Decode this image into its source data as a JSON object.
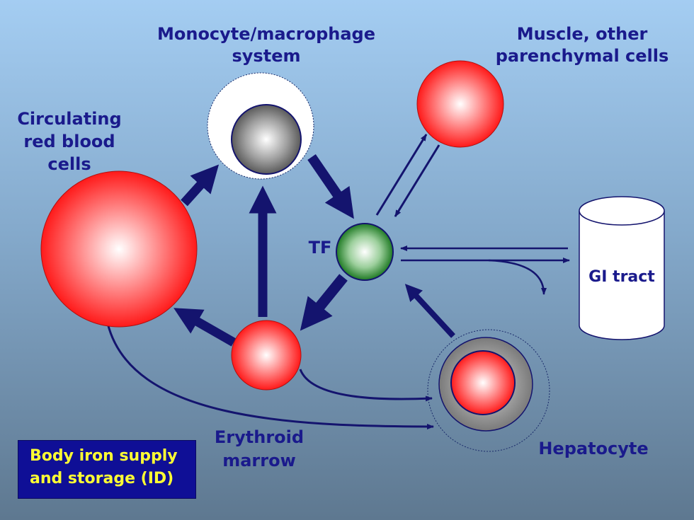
{
  "labels": {
    "monocyte_line1": "Monocyte/macrophage",
    "monocyte_line2": "system",
    "muscle_line1": "Muscle, other",
    "muscle_line2": "parenchymal cells",
    "rbc_line1": "Circulating",
    "rbc_line2": "red blood",
    "rbc_line3": "cells",
    "tf": "TF",
    "gi_tract": "GI tract",
    "erythroid_line1": "Erythroid",
    "erythroid_line2": "marrow",
    "hepatocyte": "Hepatocyte"
  },
  "legend": {
    "line1": "Body iron supply",
    "line2": "and storage (ID)"
  },
  "colors": {
    "label_text": "#1a1a8c",
    "arrow": "#14146e",
    "legend_bg": "#0f0f96",
    "legend_text": "#ffff33",
    "red_cell": "#ff2020",
    "tf_green": "#1f8a2a",
    "gray_core": "#707070"
  }
}
